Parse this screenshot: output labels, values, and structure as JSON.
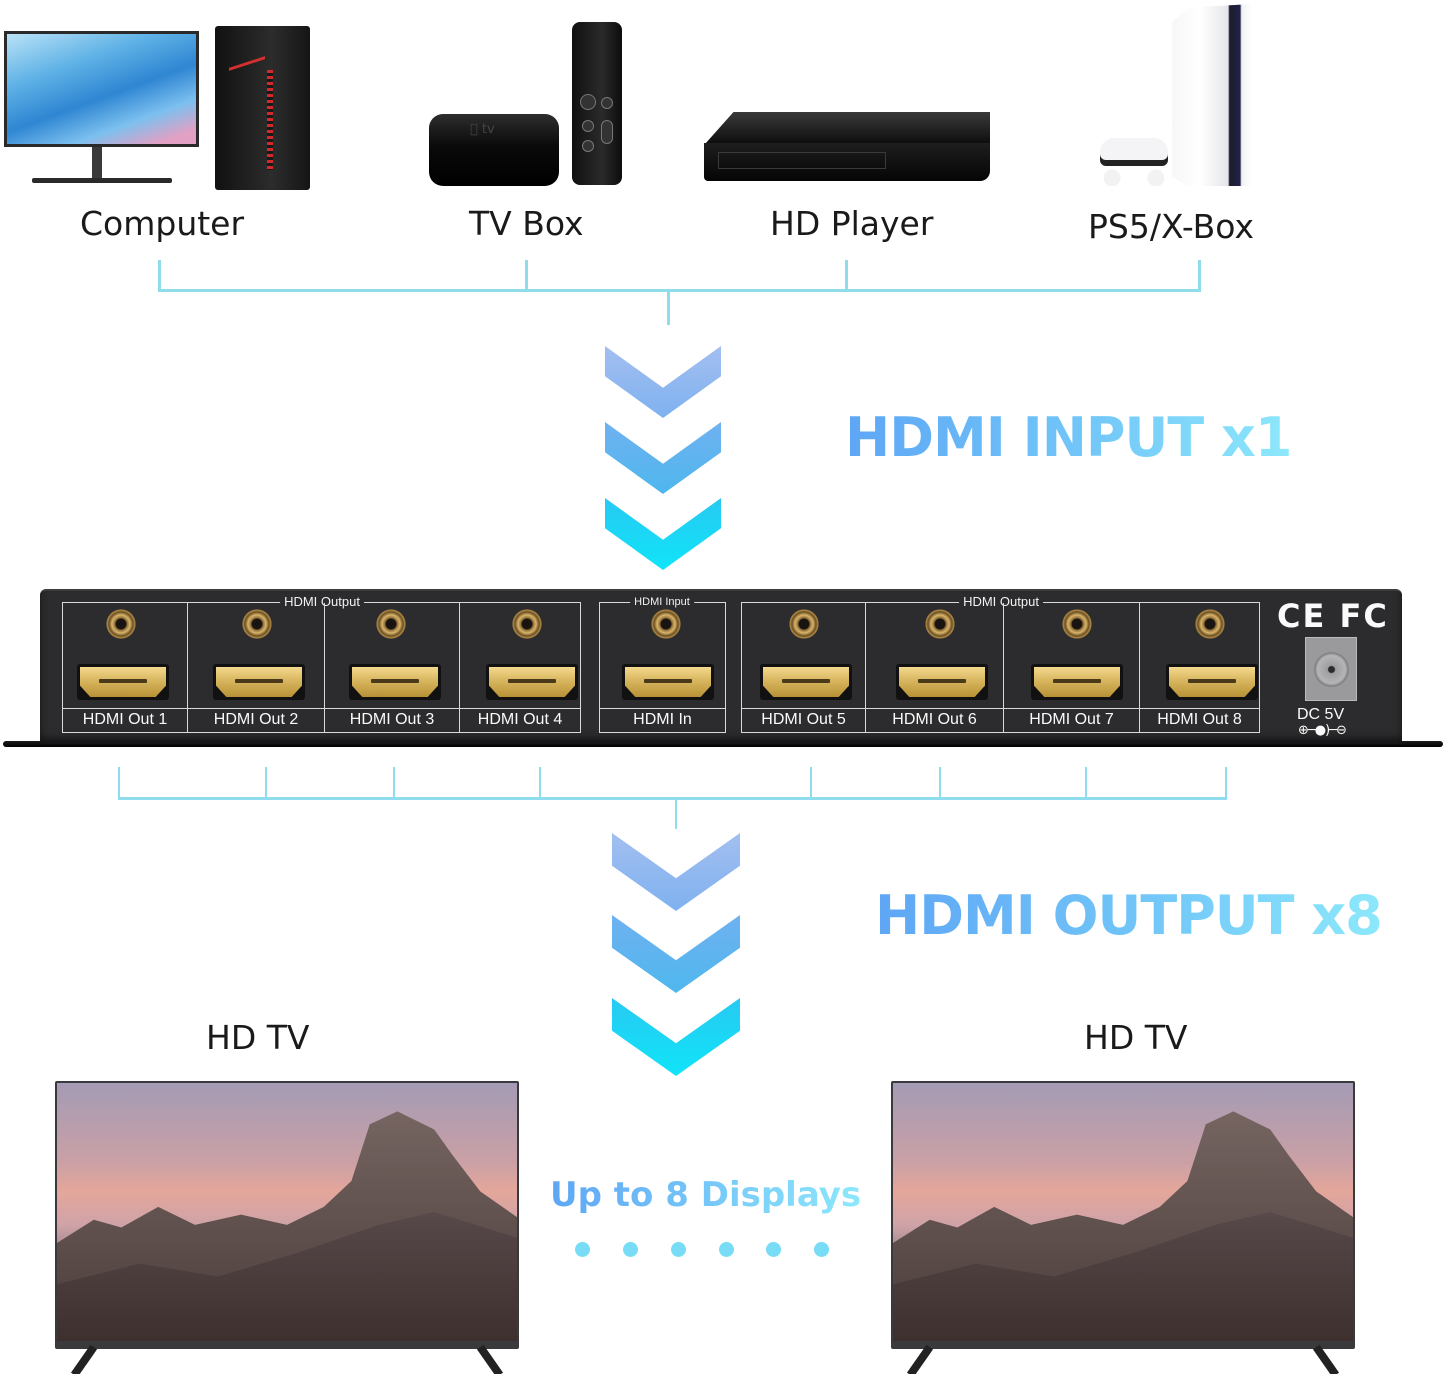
{
  "sources": {
    "items": [
      {
        "label": "Computer",
        "icon": "computer-icon"
      },
      {
        "label": "TV Box",
        "icon": "tv-box-icon"
      },
      {
        "label": "HD Player",
        "icon": "bluray-player-icon"
      },
      {
        "label": "PS5/X-Box",
        "icon": "game-console-icon"
      }
    ],
    "atv_logo": " tv"
  },
  "headlines": {
    "input": "HDMI INPUT x1",
    "output": "HDMI OUTPUT x8"
  },
  "device": {
    "groups": [
      {
        "title": "HDMI Output",
        "ports": [
          "HDMI Out 1",
          "HDMI Out 2",
          "HDMI Out 3",
          "HDMI Out 4"
        ]
      },
      {
        "title": "HDMI Input",
        "ports": [
          "HDMI In"
        ]
      },
      {
        "title": "HDMI Output",
        "ports": [
          "HDMI Out 5",
          "HDMI Out 6",
          "HDMI Out 7",
          "HDMI Out 8"
        ]
      }
    ],
    "certifications": "CE FC",
    "power_label": "DC 5V",
    "polarity": "⊕─●)─⊖"
  },
  "displays": {
    "tvs": [
      {
        "label": "HD TV"
      },
      {
        "label": "HD TV"
      }
    ],
    "caption": "Up to 8 Displays",
    "dot_count": 6
  },
  "colors": {
    "connector_line": "#8fdcec",
    "chevron_top": "#9dbdf0",
    "chevron_mid": "#5ab6ee",
    "chevron_bottom": "#1fdff7",
    "headline_start": "#5ea6f5",
    "headline_end": "#8de8fb",
    "device_body": "#2c2c2e",
    "port_gold": "#d8b65f"
  }
}
